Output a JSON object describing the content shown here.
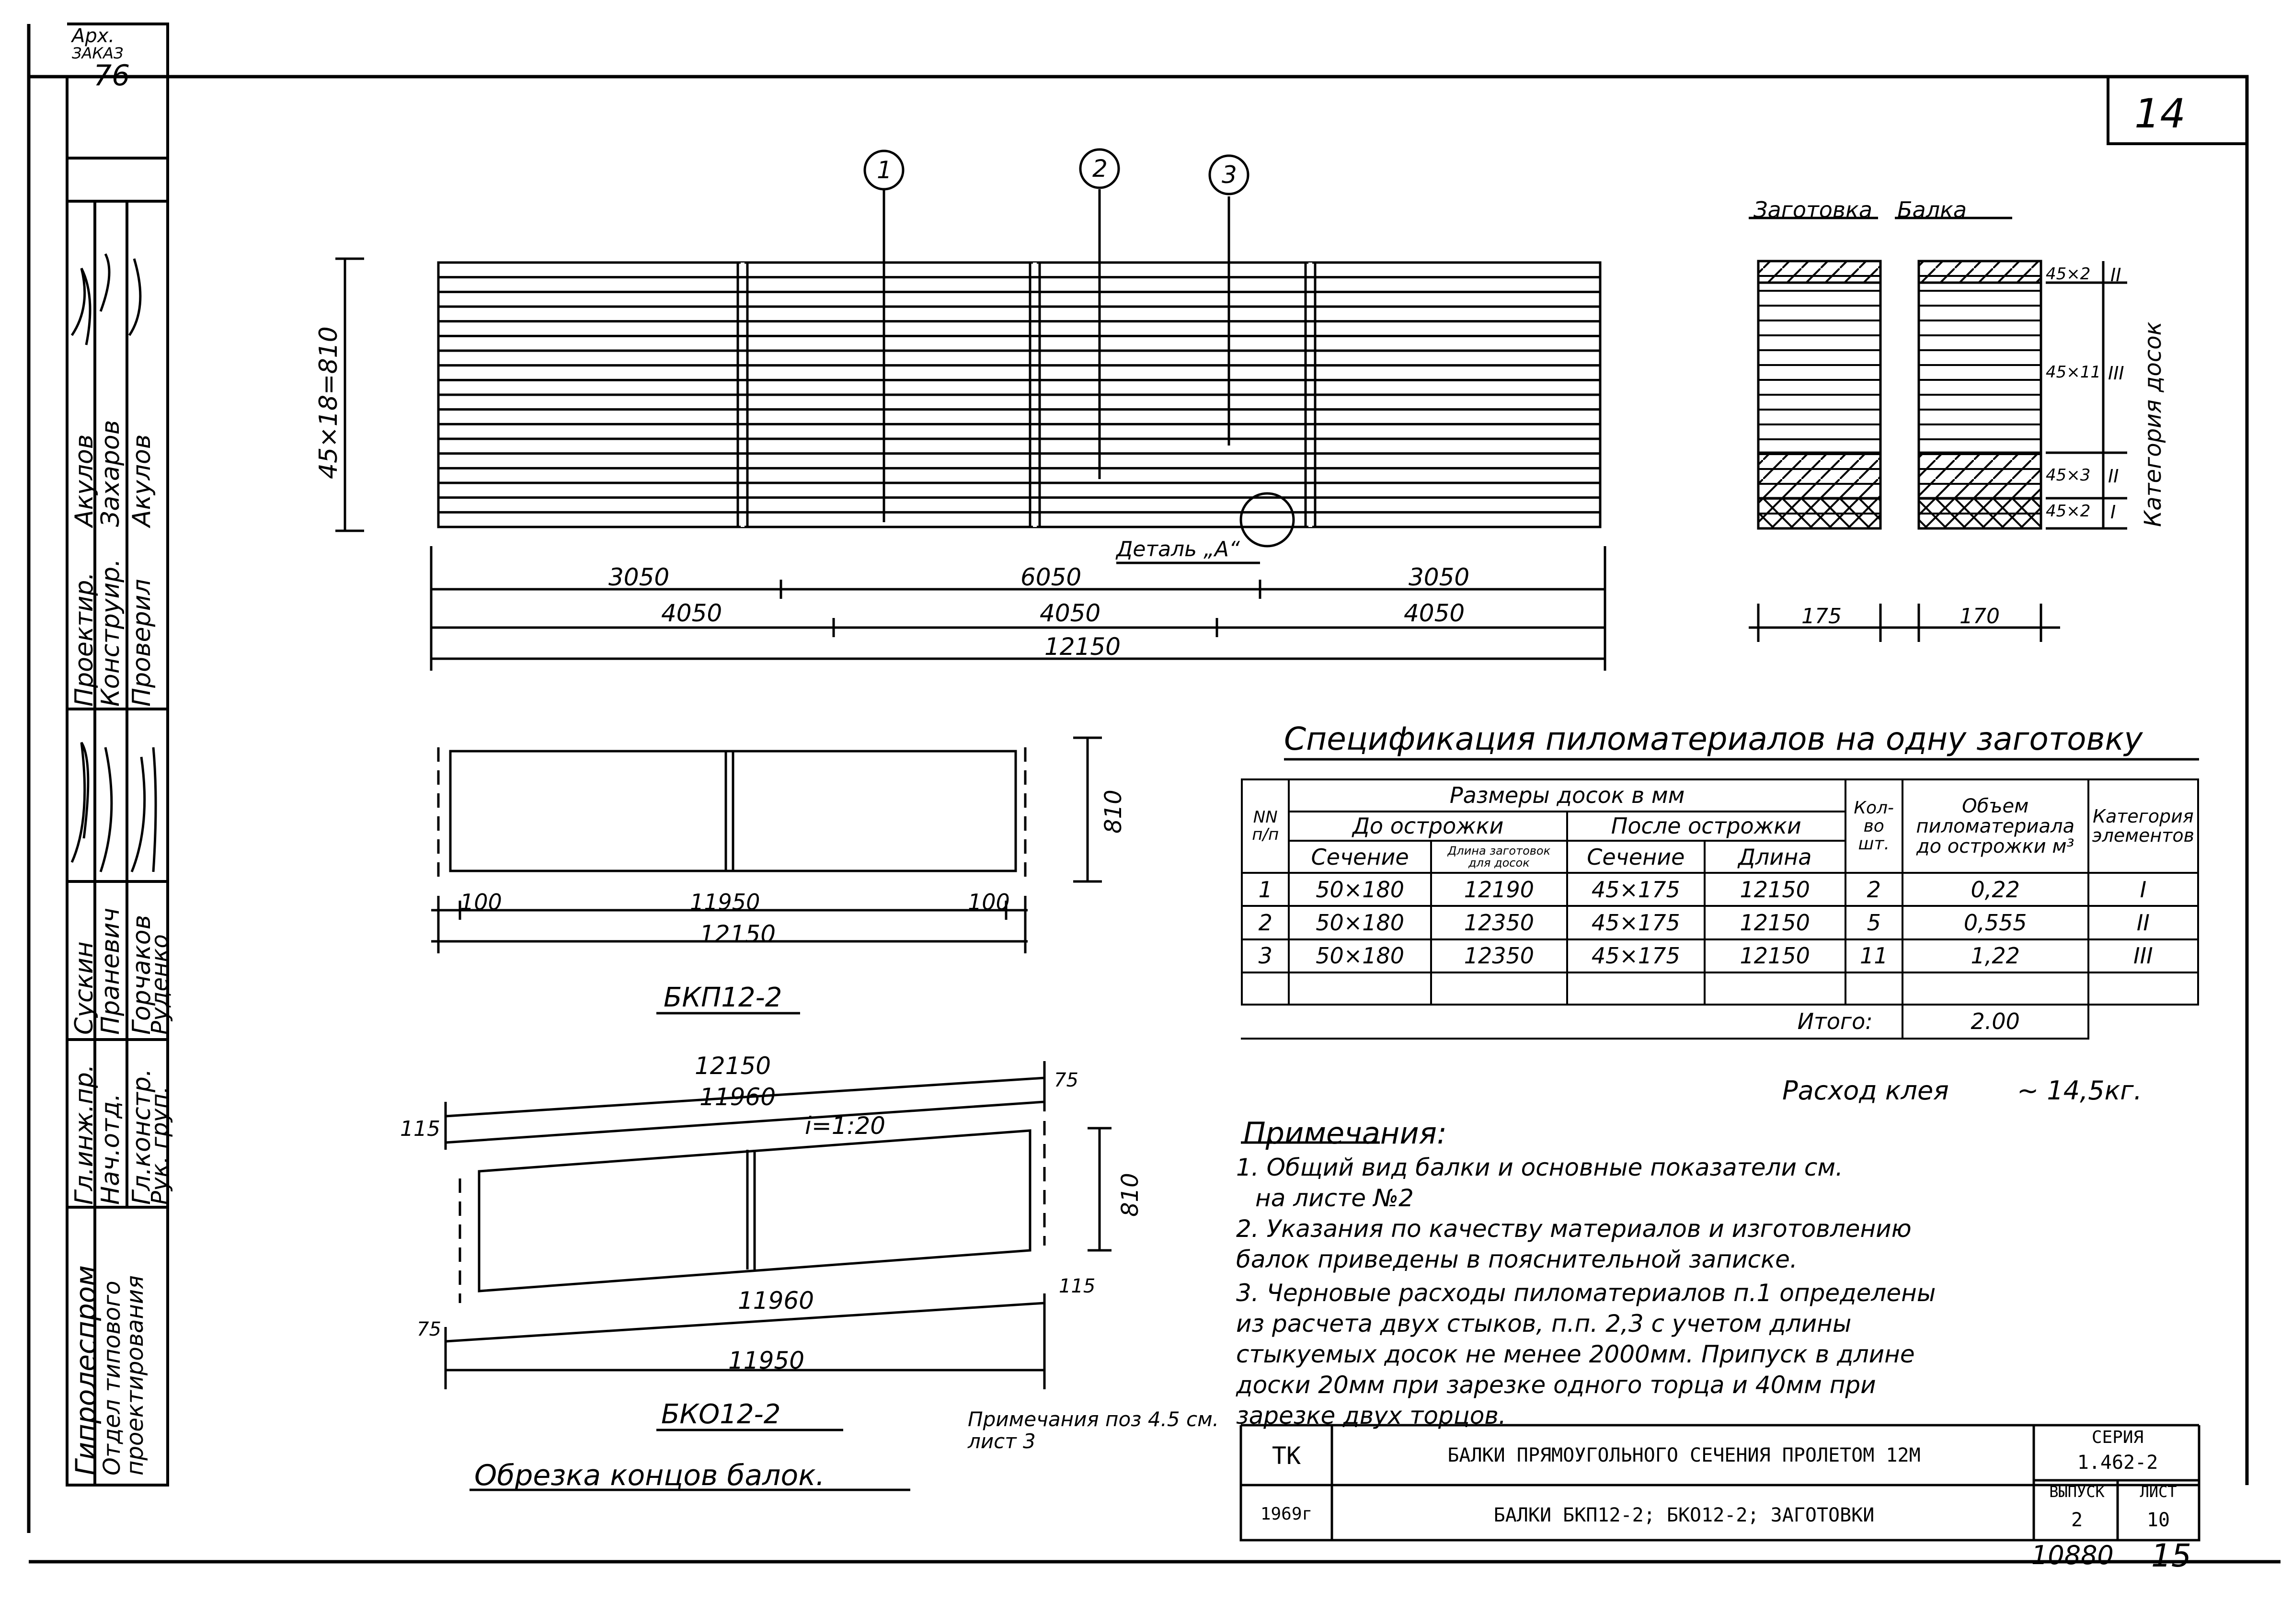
{
  "sheet_number": "14",
  "archive": {
    "label": "Арх.",
    "order_label": "ЗАКАЗ",
    "order_no": "76"
  },
  "side_stamp": {
    "roles": [
      "Проектир.",
      "Конструир.",
      "Проверил",
      "Гл.инж.пр.",
      "Нач.отд.",
      "Гл.констр.",
      "Рук. груп."
    ],
    "names": [
      "Акулов",
      "Захаров",
      "Акулов",
      "Сускин",
      "Праневич",
      "Горчаков",
      "Руденко"
    ],
    "org": "Гипролеспром",
    "dept": "Отдел типового проектирования"
  },
  "callouts": [
    "1",
    "2",
    "3"
  ],
  "main_view": {
    "height_dim": "45×18=810",
    "detail_label": "Деталь „А“",
    "dims_row1": [
      "3050",
      "6050",
      "3050"
    ],
    "dims_row2": [
      "4050",
      "4050",
      "4050"
    ],
    "total": "12150"
  },
  "section_view": {
    "headings": [
      "Заготовка",
      "Балка"
    ],
    "layers": [
      "45×2",
      "45×11",
      "45×3",
      "45×2"
    ],
    "categories": [
      "II",
      "III",
      "II",
      "I"
    ],
    "side_label": "Категория досок",
    "widths": [
      "175",
      "170"
    ]
  },
  "bkp": {
    "height": "810",
    "dims": [
      "100",
      "11950",
      "100"
    ],
    "total": "12150",
    "caption": "БКП12-2"
  },
  "bko": {
    "top_dims": [
      "12150",
      "11960"
    ],
    "left_dim": "115",
    "top_right": "75",
    "slope": "i=1:20",
    "height": "810",
    "bottom_dims": [
      "11960",
      "11950"
    ],
    "bottom_left": "75",
    "bottom_right": "115",
    "caption": "БКО12-2",
    "section_title": "Обрезка концов балок."
  },
  "side_note": "Примечания поз 4.5 см. лист 3",
  "spec": {
    "title": "Спецификация пиломатериалов на одну заготовку",
    "h_no": "NN п/п",
    "h_sizes": "Размеры досок в мм",
    "h_before": "До острожки",
    "h_after": "После острожки",
    "h_section": "Сечение",
    "h_blank_len": "Длина заготовок для досок",
    "h_length": "Длина",
    "h_qty": "Кол-во шт.",
    "h_volume": "Объем пиломатериала до острожки м³",
    "h_category": "Категория элементов",
    "rows": [
      {
        "no": "1",
        "sec1": "50×180",
        "len1": "12190",
        "sec2": "45×175",
        "len2": "12150",
        "qty": "2",
        "vol": "0,22",
        "cat": "I"
      },
      {
        "no": "2",
        "sec1": "50×180",
        "len1": "12350",
        "sec2": "45×175",
        "len2": "12150",
        "qty": "5",
        "vol": "0,555",
        "cat": "II"
      },
      {
        "no": "3",
        "sec1": "50×180",
        "len1": "12350",
        "sec2": "45×175",
        "len2": "12150",
        "qty": "11",
        "vol": "1,22",
        "cat": "III"
      }
    ],
    "total_label": "Итого:",
    "total_value": "2.00"
  },
  "glue": {
    "label": "Расход клея",
    "value": "~ 14,5кг."
  },
  "notes": {
    "title": "Примечания:",
    "lines": [
      "1. Общий вид балки и основные показатели см.",
      "на листе №2",
      "2. Указания по качеству материалов и изготовлению",
      "балок приведены в пояснительной записке.",
      "3. Черновые расходы пиломатериалов п.1 определены",
      "из расчета двух стыков, п.п. 2,3 с учетом длины",
      "стыкуемых досок не менее 2000мм. Припуск в длине",
      "доски 20мм при зарезке одного торца и 40мм при",
      "зарезке двух торцов."
    ]
  },
  "title_block": {
    "tk": "ТК",
    "title": "БАЛКИ ПРЯМОУГОЛЬНОГО СЕЧЕНИЯ ПРОЛЕТОМ 12М",
    "series_label": "СЕРИЯ",
    "series": "1.462-2",
    "year": "1969г",
    "subtitle": "БАЛКИ БКП12-2; БКО12-2; ЗАГОТОВКИ",
    "issue_label": "ВЫПУСК",
    "issue": "2",
    "sheet_label": "ЛИСТ",
    "sheet": "10"
  },
  "footer": {
    "code": "10880",
    "page": "15"
  }
}
